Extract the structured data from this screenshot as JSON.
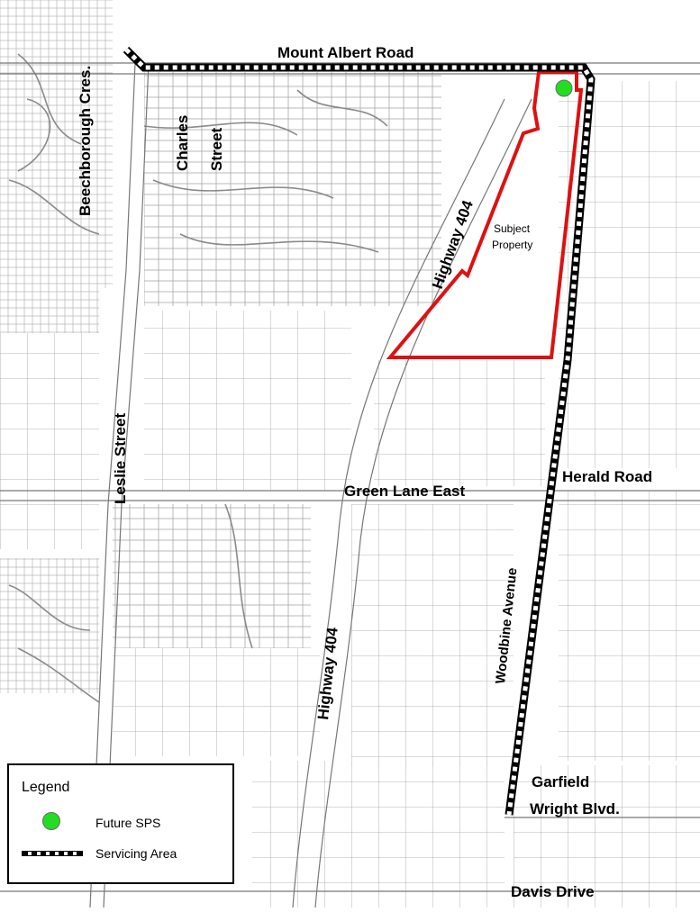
{
  "roads": {
    "mount_albert": "Mount Albert Road",
    "beechborough": "Beechborough Cres.",
    "charles": "Charles",
    "charles_2": "Street",
    "hwy404_north": "Highway 404",
    "hwy404_south": "Highway 404",
    "leslie": "Leslie Street",
    "green_lane": "Green Lane East",
    "herald": "Herald Road",
    "woodbine": "Woodbine Avenue",
    "garfield": "Garfield",
    "wright": "Wright Blvd.",
    "davis": "Davis Drive"
  },
  "subject": {
    "line1": "Subject",
    "line2": "Property"
  },
  "legend": {
    "title": "Legend",
    "sps_label": "Future SPS",
    "area_label": "Servicing Area"
  },
  "colors": {
    "subject_outline": "#dd1111",
    "sps_marker": "#22dd22",
    "parcel_lines": "#9a9a9a",
    "servicing_line": "#000000"
  },
  "icons": {
    "sps": "green-circle-marker",
    "servicing": "dashed-railroad-line"
  }
}
